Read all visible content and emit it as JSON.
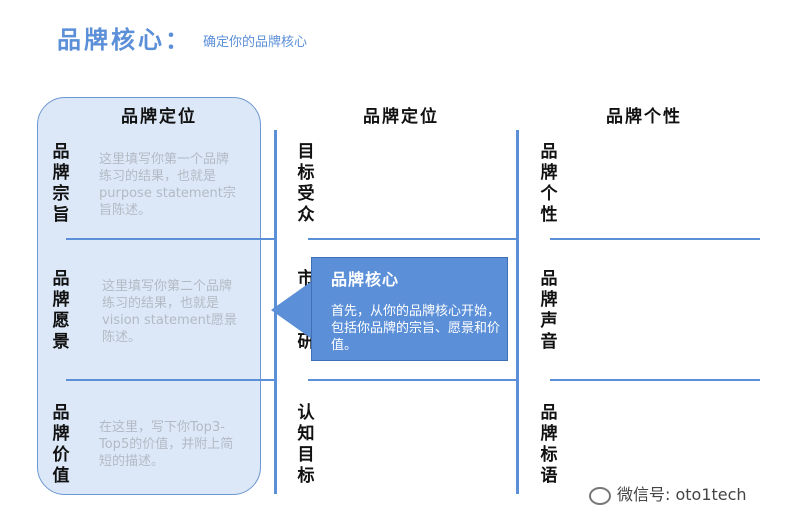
{
  "header": {
    "title": "品牌核心：",
    "subtitle": "确定你的品牌核心"
  },
  "columns": [
    {
      "heading": "品牌定位"
    },
    {
      "heading": "品牌定位"
    },
    {
      "heading": "品牌个性"
    }
  ],
  "left_rows": [
    {
      "label": "品牌宗旨",
      "hint": "这里填写你第一个品牌练习的结果，也就是purpose statement宗旨陈述。"
    },
    {
      "label": "品牌愿景",
      "hint": "这里填写你第二个品牌练习的结果，也就是vision statement愿景陈述。"
    },
    {
      "label": "品牌价值",
      "hint": "在这里，写下你Top3-Top5的价值，并附上简短的描述。"
    }
  ],
  "middle_rows": [
    {
      "label": "目标受众"
    },
    {
      "label": "市场调研"
    },
    {
      "label": "认知目标"
    }
  ],
  "right_rows": [
    {
      "label": "品牌个性"
    },
    {
      "label": "品牌声音"
    },
    {
      "label": "品牌标语"
    }
  ],
  "callout": {
    "title": "品牌核心",
    "body": "首先，从你的品牌核心开始，包括你品牌的宗旨、愿景和价值。"
  },
  "watermark": {
    "text": "微信号: oto1tech",
    "icon": "wechat-icon"
  },
  "colors": {
    "accent": "#5b8fd8",
    "panel_fill": "#dce8f8",
    "hint_text": "#b3bac4"
  }
}
